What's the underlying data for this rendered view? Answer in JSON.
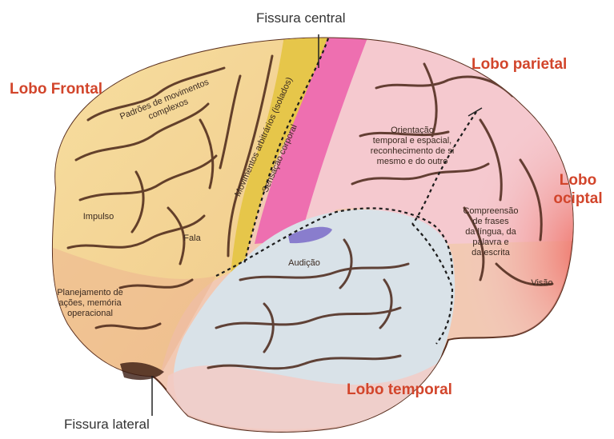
{
  "lobes": {
    "frontal": "Lobo Frontal",
    "parietal": "Lobo parietal",
    "occipital_line1": "Lobo",
    "occipital_line2": "ociptal",
    "temporal": "Lobo temporal"
  },
  "fissures": {
    "central": "Fissura central",
    "lateral": "Fissura lateral"
  },
  "regions": {
    "padroes_line1": "Padrões de movimentos",
    "padroes_line2": "complexos",
    "movimentos": "Movimentos arbitrários (isolados)",
    "sensacao": "Sensação corporal",
    "orientacao_line1": "Orientação",
    "orientacao_line2": "temporal e espacial,",
    "orientacao_line3": "reconhecimento de si",
    "orientacao_line4": "mesmo e do outro",
    "impulso": "Impulso",
    "fala": "Fala",
    "planejamento_line1": "Planejamento de",
    "planejamento_line2": "ações, memória",
    "planejamento_line3": "operacional",
    "audicao": "Audição",
    "compreensao_line1": "Compreensão",
    "compreensao_line2": "de frases",
    "compreensao_line3": "da língua, da",
    "compreensao_line4": "palavra e",
    "compreensao_line5": "da escrita",
    "visao": "Visão"
  },
  "colors": {
    "label_red": "#d2452b",
    "frontal_yellow": "#f3d98a",
    "motor_yellow": "#e8c94a",
    "sensory_pink": "#ee6fb0",
    "parietal_pink": "#f5c9cf",
    "temporal_blue": "#cfdde6",
    "occipital_red": "#f07a6d",
    "sulcus_brown": "#4a2618"
  }
}
